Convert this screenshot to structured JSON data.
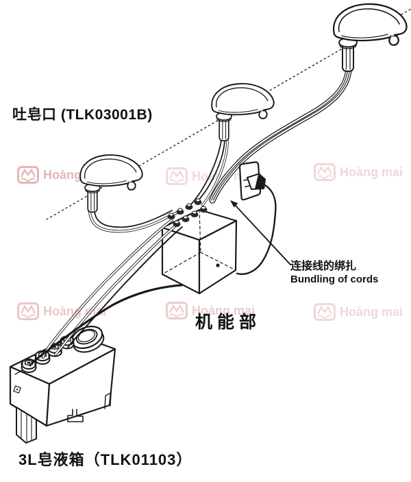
{
  "diagram": {
    "labels": {
      "soap_outlet": "吐皂口 (TLK03001B)",
      "function_unit": "机能部",
      "bundling_zh": "连接线的绑扎",
      "bundling_en": "Bundling of cords",
      "soap_tank": "3L皂液箱（TLK01103）"
    },
    "watermark": {
      "text": "Hoàng mai",
      "color": "#cf7c7c"
    },
    "line_color": "#1a1a1a"
  }
}
